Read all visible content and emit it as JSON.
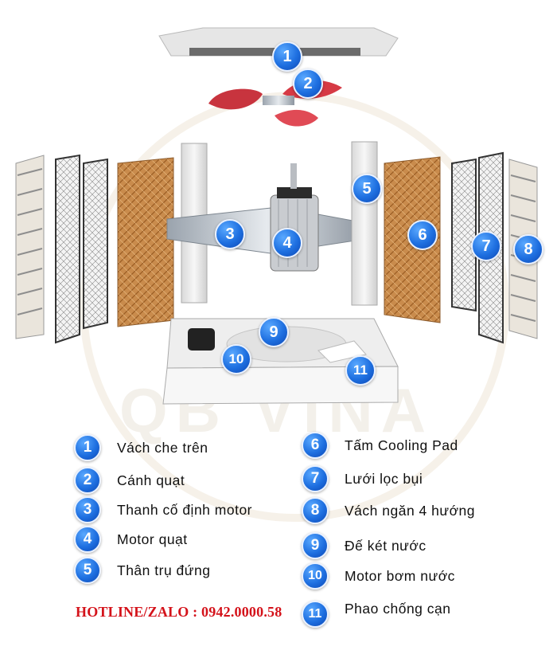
{
  "watermark": "QB VINA",
  "parts": [
    {
      "num": "1",
      "label": "Vách che trên"
    },
    {
      "num": "2",
      "label": "Cánh quạt"
    },
    {
      "num": "3",
      "label": "Thanh cố định motor"
    },
    {
      "num": "4",
      "label": "Motor quạt"
    },
    {
      "num": "5",
      "label": "Thân trụ đứng"
    },
    {
      "num": "6",
      "label": "Tấm Cooling Pad"
    },
    {
      "num": "7",
      "label": "Lưới lọc bụi"
    },
    {
      "num": "8",
      "label": "Vách ngăn 4 hướng"
    },
    {
      "num": "9",
      "label": "Đế két nước"
    },
    {
      "num": "10",
      "label": "Motor bơm nước"
    },
    {
      "num": "11",
      "label": "Phao chống cạn"
    }
  ],
  "hotline": "HOTLINE/ZALO : 0942.0000.58",
  "colors": {
    "badge": "#1e6fe0",
    "hotline": "#d4121a",
    "pad": "#c8894a"
  }
}
